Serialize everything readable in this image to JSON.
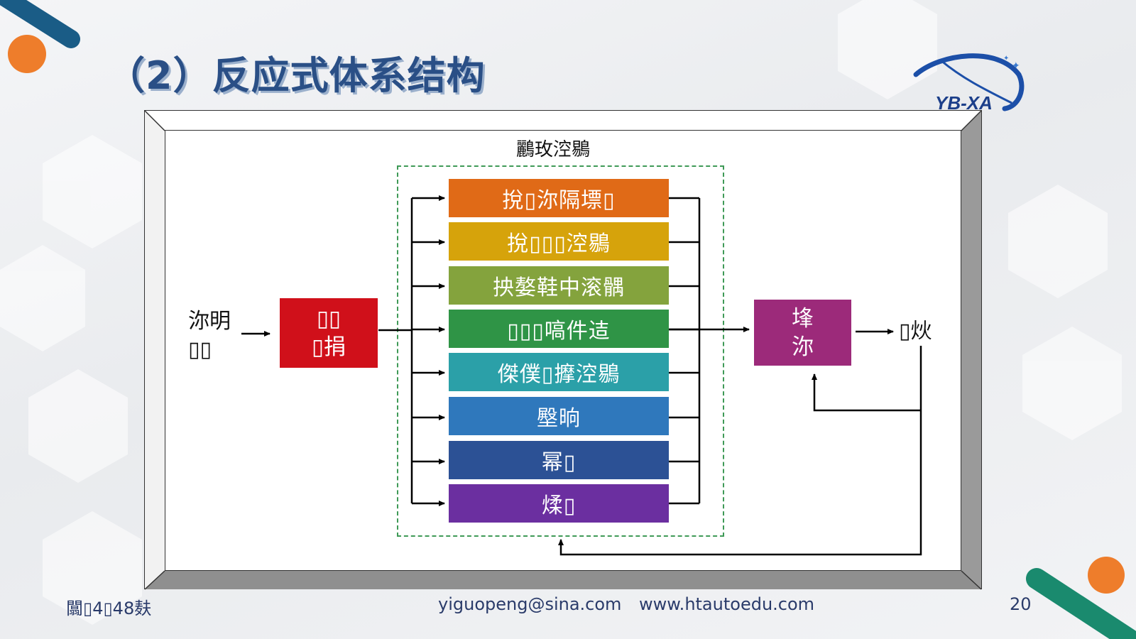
{
  "slide": {
    "title": "（2）反应式体系结构",
    "frame_title": "鸝玫涳鶍",
    "layers": [
      {
        "label": "挩▯沵隔墂▯",
        "color": "#e06a17"
      },
      {
        "label": "挩▯▯▯涳鶍",
        "color": "#d6a30b"
      },
      {
        "label": "抰嫯鞋中滚髃",
        "color": "#84a33d"
      },
      {
        "label": "▯▯▯嗃件迼",
        "color": "#2f9446"
      },
      {
        "label": "傑僕▯擵涳鶍",
        "color": "#2ba0a8"
      },
      {
        "label": "壂晌",
        "color": "#2f78bc"
      },
      {
        "label": "幂▯",
        "color": "#2c5195"
      },
      {
        "label": "煣▯",
        "color": "#6b2fa0"
      }
    ],
    "input_label_line1": "沵明",
    "input_label_line2": "▯▯",
    "sensor_box": {
      "line1": "▯▯",
      "line2": "▯捐",
      "color": "#d0101a"
    },
    "actuator_box": {
      "line1": "埄",
      "line2": "沵",
      "color": "#9c2a7a"
    },
    "output_label": "▯炏"
  },
  "footer": {
    "left": "闒▯4▯48麸",
    "email": "yiguopeng@sina.com",
    "website": "www.htautoedu.com",
    "page": "20"
  },
  "logo": {
    "text": "YB-XA"
  },
  "colors": {
    "title": "#2a4f86",
    "dashed_border": "#3f9a57"
  }
}
